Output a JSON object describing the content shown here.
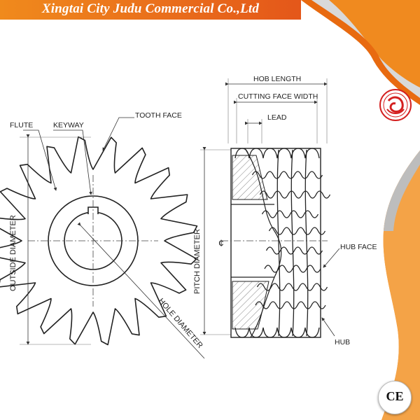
{
  "header": {
    "company_name": "Xingtai City Judu Commercial Co.,Ltd"
  },
  "colors": {
    "banner_orange": "#ef7f1a",
    "ribbon_orange": "#f18a20",
    "ribbon_gray": "#c9c9c9",
    "logo_red": "#d42020"
  },
  "cutter_labels": {
    "flute": "FLUTE",
    "keyway": "KEYWAY",
    "tooth_face": "TOOTH FACE",
    "outside_diameter": "OUTSIDE DIAMETER",
    "hole_diameter": "HOLE DIAMETER"
  },
  "hob_labels": {
    "hob_length": "HOB LENGTH",
    "cutting_face_width": "CUTTING FACE WIDTH",
    "lead": "LEAD",
    "pitch_diameter": "PITCH DIAMETER",
    "centerline": "¢",
    "hub_face": "HUB FACE",
    "hub": "HUB"
  },
  "certification": {
    "ce_mark": "CE"
  }
}
